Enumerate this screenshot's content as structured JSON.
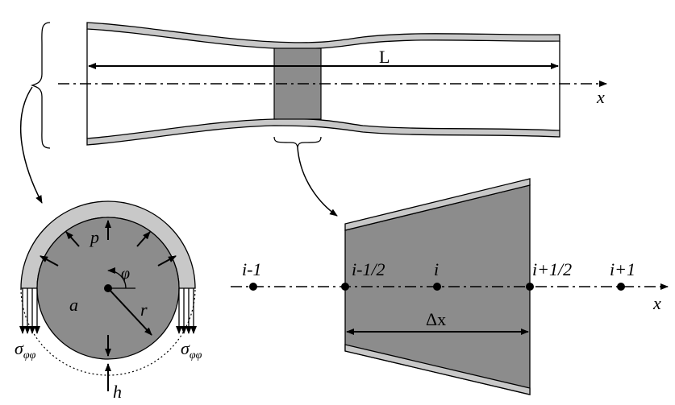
{
  "top_view": {
    "length_label": "L",
    "axis_label": "x"
  },
  "cross_section": {
    "pressure_label": "p",
    "angle_label": "φ",
    "radius_label": "r",
    "area_label": "a",
    "thickness_label": "h",
    "stress_symbol": "σ",
    "stress_subscript": "φφ"
  },
  "segment_view": {
    "node_labels": [
      "i-1",
      "i-1/2",
      "i",
      "i+1/2",
      "i+1"
    ],
    "spacing_label": "Δx",
    "axis_label": "x"
  },
  "colors": {
    "fill_gray": "#8c8c8c",
    "wall_gray": "#c8c8c8",
    "ink": "#000000"
  }
}
